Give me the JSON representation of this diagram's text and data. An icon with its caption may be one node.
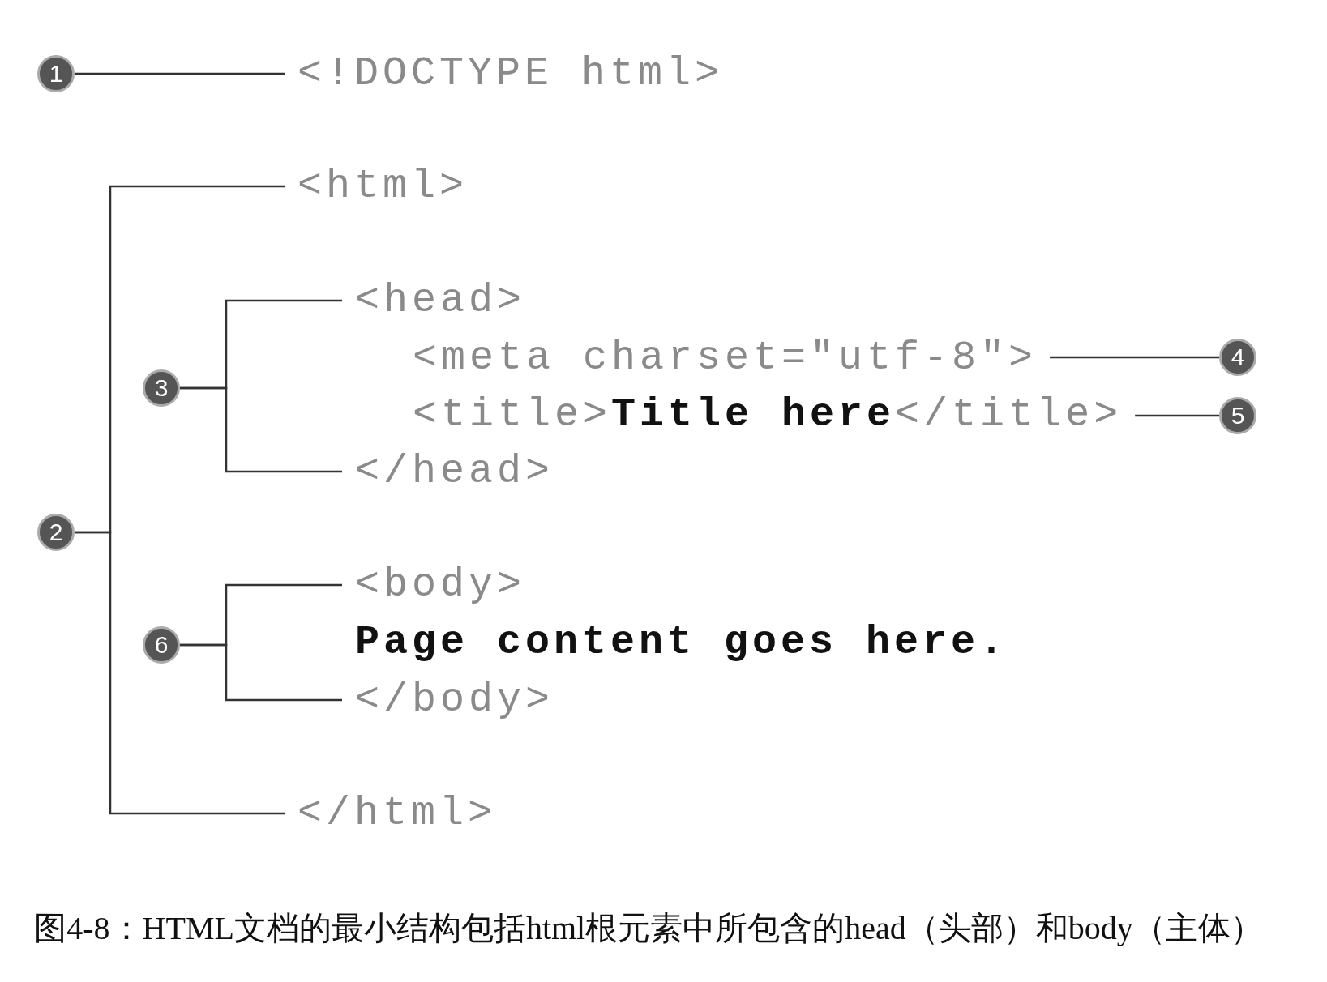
{
  "diagram": {
    "caption": "图4-8：HTML文档的最小结构包括html根元素中所包含的head（头部）和body（主体）",
    "nodes": [
      {
        "text": [
          "1"
        ]
      },
      {
        "text": [
          "<!DOCTYPE html>"
        ]
      },
      {
        "text": [
          "<html>"
        ]
      },
      {
        "text": [
          "<head>"
        ]
      },
      {
        "text": [
          "<meta charset=\"utf-8\">"
        ]
      },
      {
        "text": [
          "4"
        ]
      },
      {
        "text": [
          "3"
        ]
      },
      {
        "text": [
          "<title>**Title here**</title>"
        ]
      },
      {
        "text": [
          "5"
        ]
      },
      {
        "text": [
          "</head>"
        ]
      },
      {
        "text": [
          "2"
        ]
      },
      {
        "text": [
          "<body>"
        ]
      },
      {
        "text": [
          "6"
        ]
      },
      {
        "text": [
          "Page content goes here."
        ]
      },
      {
        "text": [
          "</body>"
        ]
      },
      {
        "text": [
          "</html>"
        ]
      }
    ],
    "edges": [
      {
        "from": 0,
        "to": 1,
        "arrow": "none"
      },
      {
        "from": 10,
        "to": 2,
        "arrow": "none"
      },
      {
        "from": 10,
        "to": 15,
        "arrow": "none"
      },
      {
        "from": 6,
        "to": 3,
        "arrow": "none"
      },
      {
        "from": 6,
        "to": 9,
        "arrow": "none"
      },
      {
        "from": 5,
        "to": 4,
        "arrow": "none"
      },
      {
        "from": 8,
        "to": 7,
        "arrow": "none"
      },
      {
        "from": 12,
        "to": 11,
        "arrow": "none"
      },
      {
        "from": 12,
        "to": 14,
        "arrow": "none"
      }
    ]
  }
}
